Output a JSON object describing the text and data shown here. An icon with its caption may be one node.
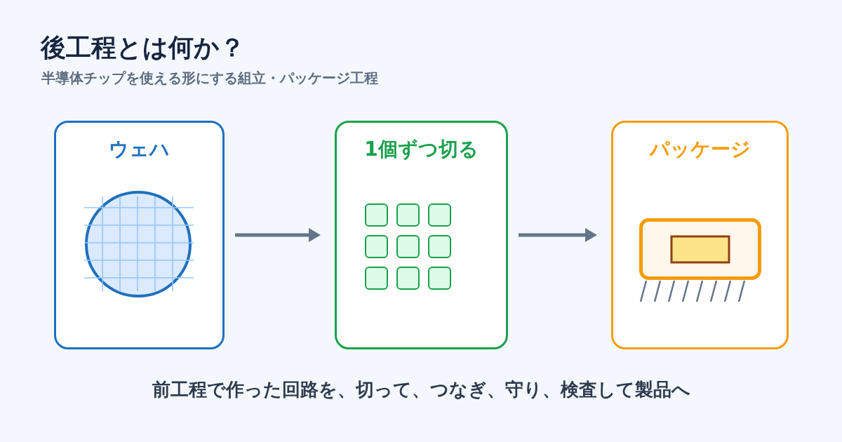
{
  "diagram": {
    "title": "後工程とは何か？",
    "nodes": [
      {
        "text": [
          "ウェハ"
        ]
      },
      {
        "text": [
          "1個ずつ切る"
        ]
      },
      {
        "text": [
          "パッケージ"
        ]
      }
    ],
    "edges": [
      {
        "from": 0,
        "to": 1,
        "arrow": "to"
      },
      {
        "from": 1,
        "to": 2,
        "arrow": "to"
      }
    ],
    "labels": [
      "半導体チップを使える形にする組立・パッケージ工程"
    ],
    "caption": "前工程で作った回路を、切って、つなぎ、守り、検査して製品へ"
  }
}
